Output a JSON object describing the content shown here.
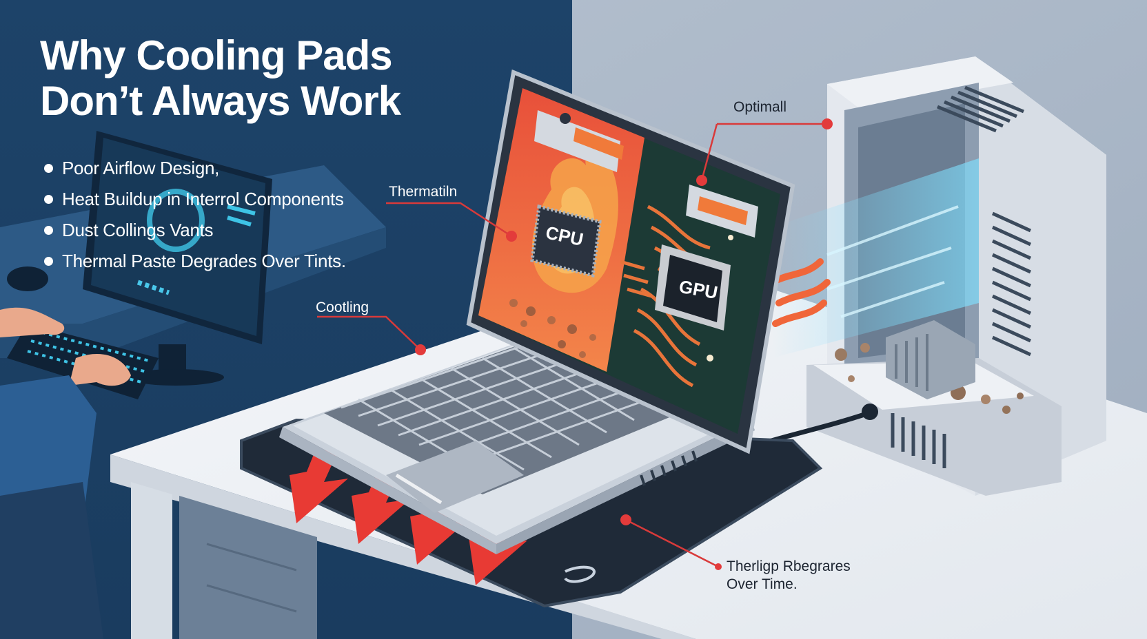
{
  "title": {
    "line1": "Why Cooling Pads",
    "line2": "Don’t Always Work"
  },
  "bullets": [
    {
      "text": "Poor Airflow Design,"
    },
    {
      "text": "Heat Buildup in Interrol Components"
    },
    {
      "text": "Dust Collings Vants"
    },
    {
      "text": "Thermal Paste Degrades Over Tints."
    }
  ],
  "chips": {
    "cpu": "CPU",
    "gpu": "GPU"
  },
  "callouts": {
    "optimal": "Optimall",
    "thermal": "Thermatiln",
    "cooling": "Cootling",
    "paste_line1": "Therligp Rbegrares",
    "paste_line2": "Over Time."
  },
  "colors": {
    "background_left": "#1f4670",
    "background_right": "#a9b6c6",
    "heat_orange": "#f0663a",
    "arrow_red": "#e83a34",
    "airflow_blue": "#6fd0ee",
    "callout_line": "#d93a3a"
  },
  "icons": {
    "heat": "flame-icon",
    "airflow": "airflow-arrows-icon",
    "pad": "cooling-pad-icon"
  }
}
